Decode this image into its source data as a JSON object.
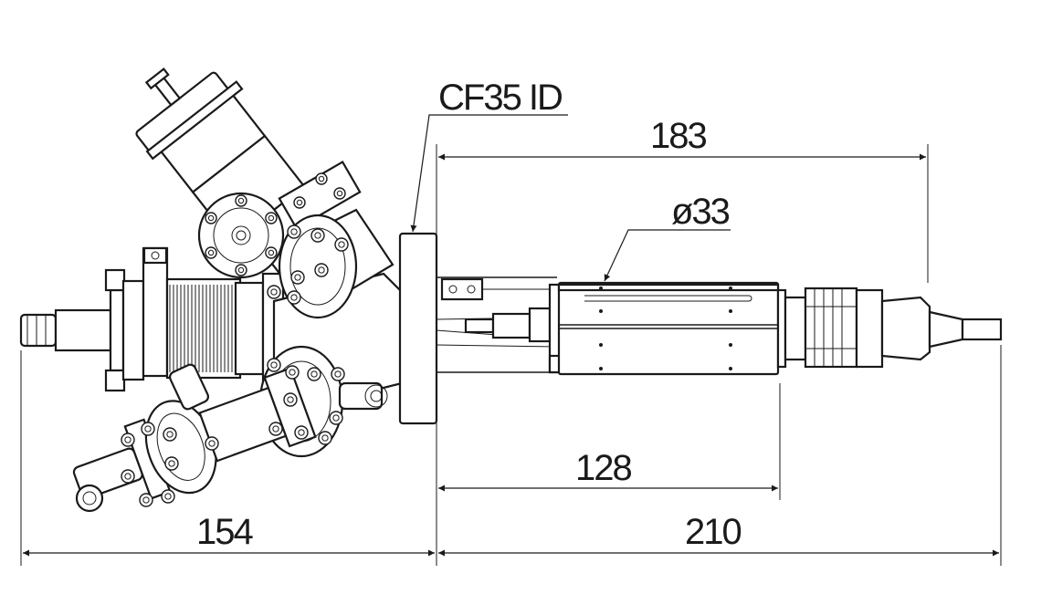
{
  "labels": {
    "flange_callout": "CF35 ID",
    "dim_top": "183",
    "dim_diameter": "ø33",
    "dim_mid": "128",
    "dim_left": "154",
    "dim_right": "210"
  }
}
